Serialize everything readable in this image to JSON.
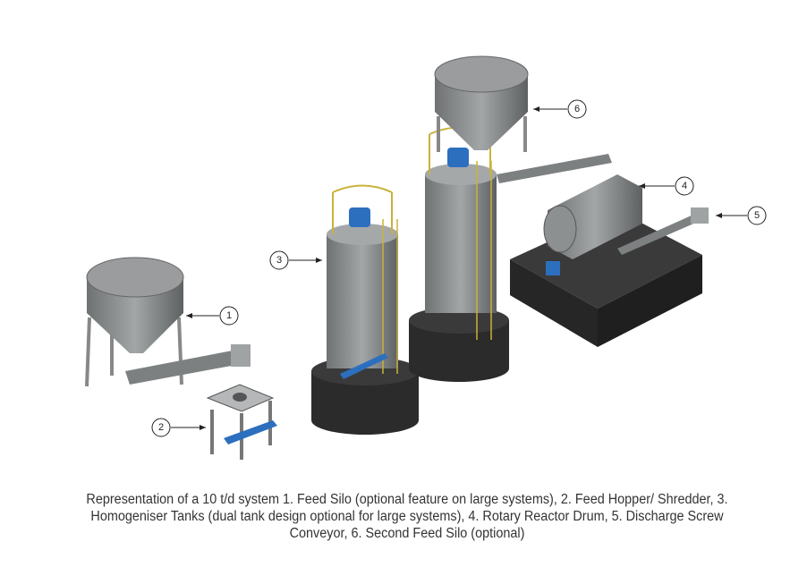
{
  "figure": {
    "callouts": [
      "1",
      "2",
      "3",
      "4",
      "5",
      "6"
    ],
    "caption": "Representation of a 10 t/d system 1. Feed Silo (optional feature on large systems), 2. Feed Hopper/ Shredder, 3. Homogeniser Tanks (dual tank design optional for large systems), 4. Rotary Reactor Drum, 5. Discharge Screw Conveyor, 6. Second Feed Silo (optional)",
    "colors": {
      "steel": "#8a8d8e",
      "dark": "#2b2b2b",
      "motor": "#2d6fbf",
      "ladder": "#c9b23a"
    }
  }
}
